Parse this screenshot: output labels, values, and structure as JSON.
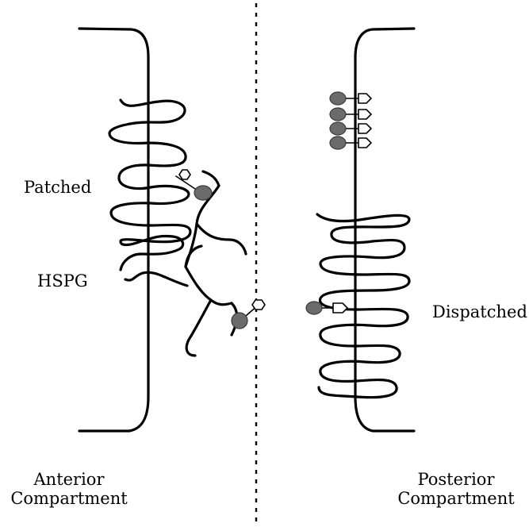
{
  "labels": {
    "patched": "Patched",
    "hspg": "HSPG",
    "dispatched": "Dispatched",
    "anterior_line1": "Anterior",
    "anterior_line2": "Compartment",
    "posterior_line1": "Posterior",
    "posterior_line2": "Compartment"
  },
  "colors": {
    "ligand_fill": "#6b6b6b",
    "line": "#000000",
    "background": "#ffffff"
  }
}
